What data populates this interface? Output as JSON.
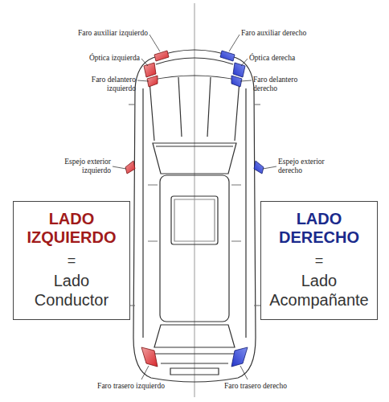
{
  "diagram": {
    "nodes": [
      {
        "text": [
          "LADO IZQUIERDO",
          "=",
          "Lado Conductor"
        ]
      },
      {
        "text": [
          "LADO DERECHO",
          "=",
          "Lado Acompañante"
        ]
      }
    ],
    "labels": [
      "Faro auxiliar izquierdo",
      "Faro auxiliar derecho",
      "Óptica izquierda",
      "Óptica derecha",
      "Faro delantero izquierdo",
      "Faro delantero derecho",
      "Espejo exterior izquierdo",
      "Espejo exterior derecho",
      "Faro trasero izquierdo",
      "Faro trasero derecho"
    ]
  }
}
